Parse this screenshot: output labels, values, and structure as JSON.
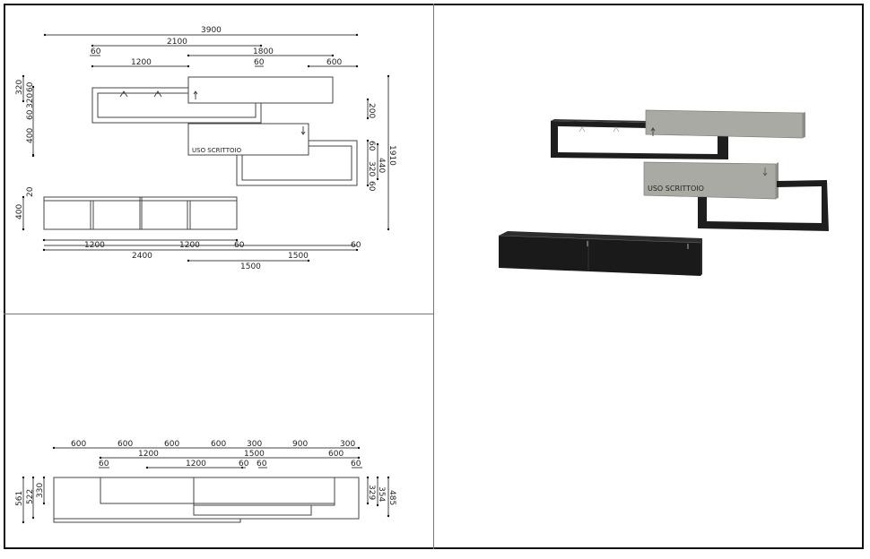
{
  "layout": {
    "panels": [
      "front-elevation",
      "top-plan",
      "3d-render"
    ]
  },
  "front_elevation": {
    "top_dims": {
      "total": "3900",
      "span_2100": "2100",
      "gap_60_left": "60",
      "span_1800": "1800",
      "span_1200": "1200",
      "gap_60_mid": "60",
      "span_600": "600"
    },
    "left_dims": {
      "d320_outer": "320",
      "d60_a": "60",
      "d320_inner": "320",
      "d60_b": "60",
      "d400_upper": "400",
      "d20": "20",
      "d400_base": "400"
    },
    "right_dims": {
      "d200": "200",
      "d60_a": "60",
      "d320": "320",
      "d60_b": "60",
      "d440": "440",
      "d1910": "1910"
    },
    "bottom_dims": {
      "d1200_a": "1200",
      "d1200_b": "1200",
      "d60_a": "60",
      "d60_b": "60",
      "d2400": "2400",
      "d1500_right": "1500",
      "d1500_lower": "1500"
    },
    "label_desk": "USO SCRITTOIO"
  },
  "top_plan": {
    "row1": [
      "600",
      "600",
      "600",
      "600",
      "300",
      "900",
      "300"
    ],
    "row2": [
      "1200",
      "1500",
      "600"
    ],
    "row3": [
      "60",
      "1200",
      "60",
      "60",
      "60"
    ],
    "left_dims": [
      "561",
      "522",
      "330"
    ],
    "right_dims": [
      "329",
      "354",
      "485"
    ]
  },
  "render": {
    "label_desk": "USO SCRITTOIO",
    "colors": {
      "dark_wood": "#1e1e1e",
      "grey_panel": "#a9a9a4",
      "grey_panel_edge": "#8e8e89"
    }
  }
}
